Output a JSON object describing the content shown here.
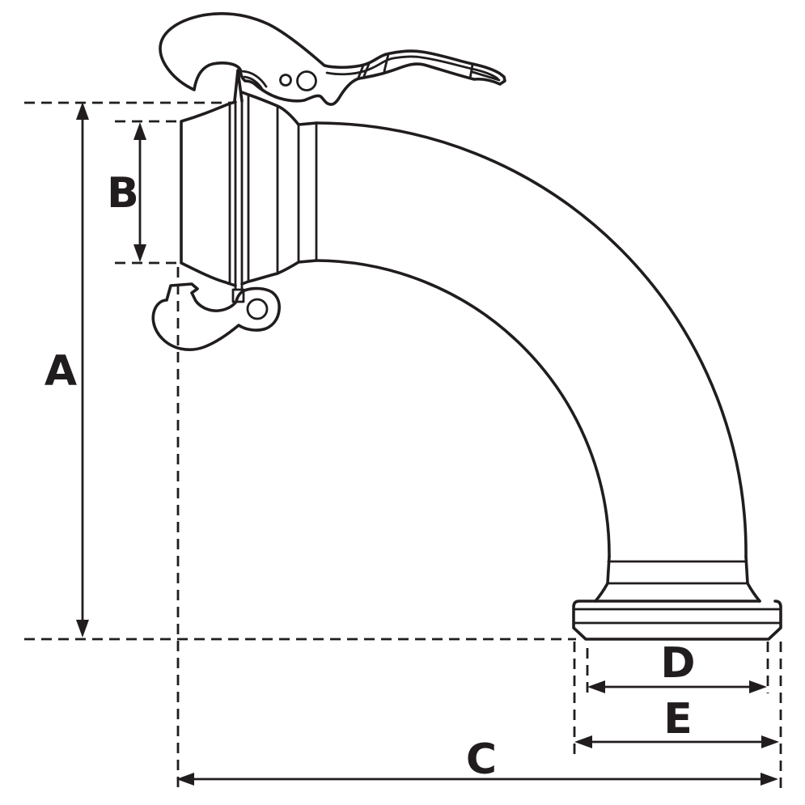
{
  "drawing": {
    "kind": "dimensioned-technical-line-drawing",
    "subject": "90-degree pipe bend with lever-lock coupling inlet and flanged outlet",
    "line_color": "#211d1e",
    "background_color": "#ffffff"
  },
  "labels": {
    "a": "A",
    "b": "B",
    "c": "C",
    "d": "D",
    "e": "E"
  }
}
